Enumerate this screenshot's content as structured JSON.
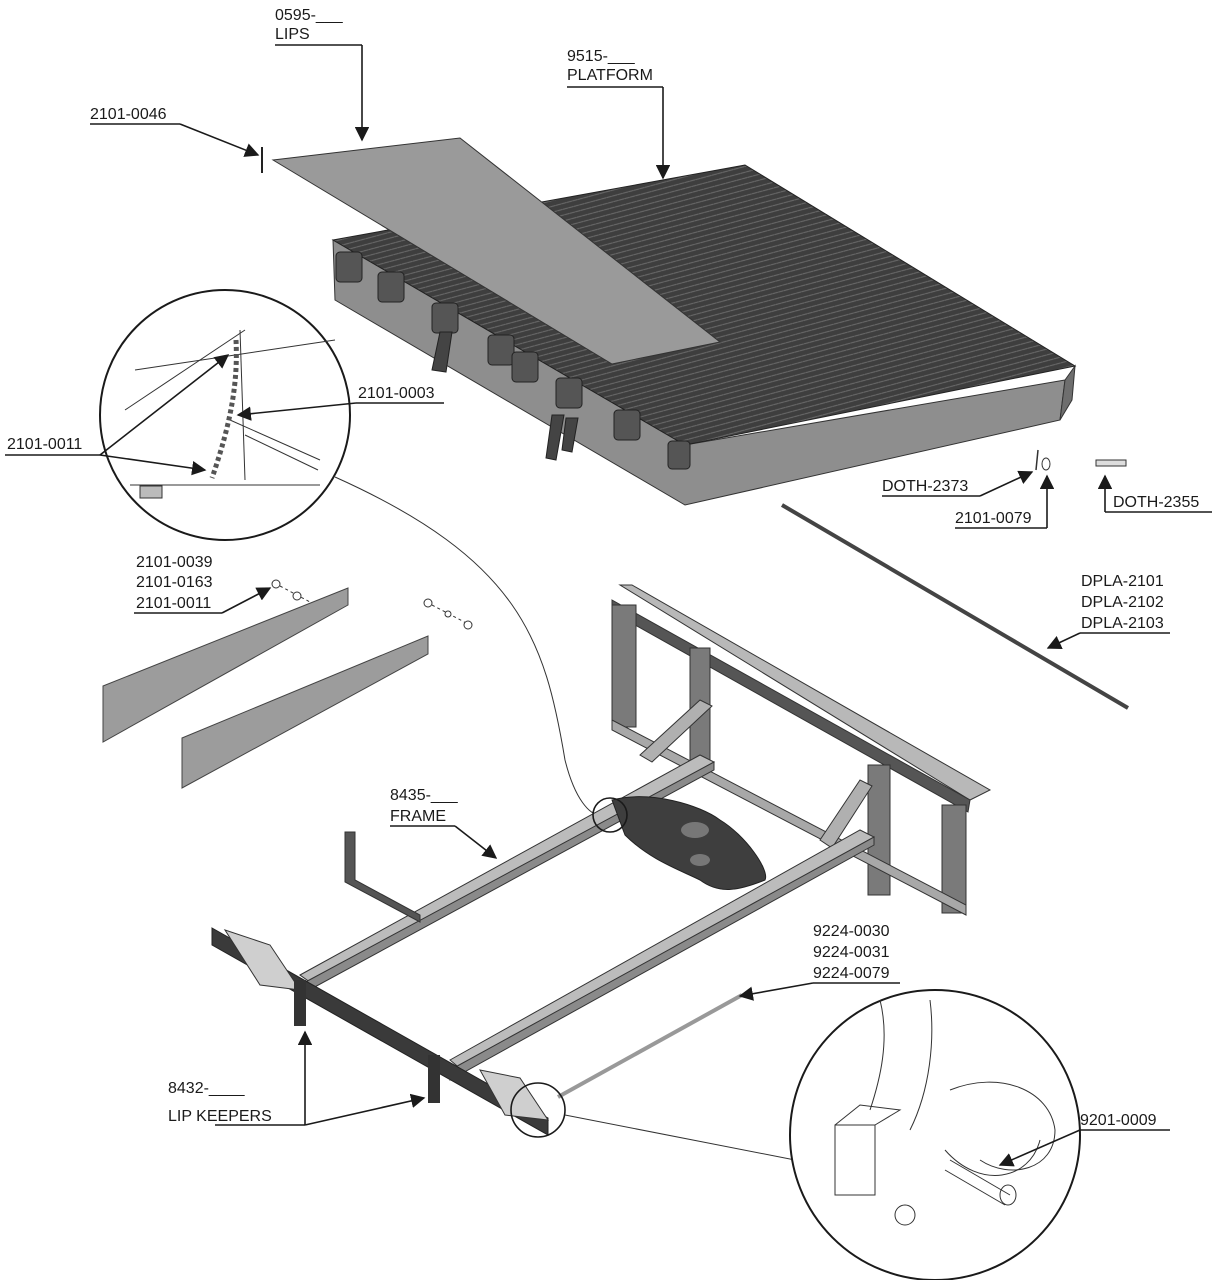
{
  "labels": {
    "lips_num": "0595-___",
    "lips_name": "LIPS",
    "platform_num": "9515-___",
    "platform_name": "PLATFORM",
    "p2101_0046": "2101-0046",
    "p2101_0011_chain": "2101-0011",
    "p2101_0003": "2101-0003",
    "doth_2373": "DOTH-2373",
    "p2101_0079": "2101-0079",
    "doth_2355": "DOTH-2355",
    "hw_a": "2101-0039",
    "hw_b": "2101-0163",
    "hw_c": "2101-0011",
    "dpla_a": "DPLA-2101",
    "dpla_b": "DPLA-2102",
    "dpla_c": "DPLA-2103",
    "frame_num": "8435-___",
    "frame_name": "FRAME",
    "rod_a": "9224-0030",
    "rod_b": "9224-0031",
    "rod_c": "9224-0079",
    "keepers_num": "8432-____",
    "keepers_name": "LIP KEEPERS",
    "p9201_0009": "9201-0009"
  },
  "colors": {
    "platform_dark": "#3e3e3e",
    "lip_gray": "#9a9a9a",
    "frame_light": "#b8b8b8",
    "frame_dark": "#5a5a5a",
    "line": "#1a1a1a"
  }
}
